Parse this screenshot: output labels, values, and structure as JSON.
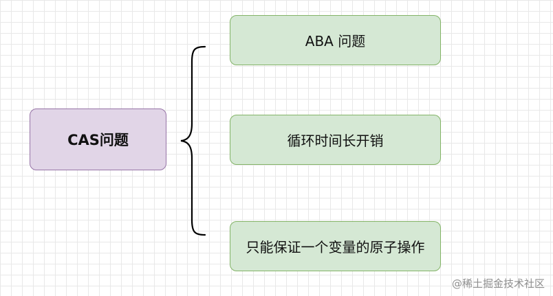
{
  "diagram": {
    "root": {
      "label": "CAS问题"
    },
    "children": [
      {
        "label": "ABA 问题"
      },
      {
        "label": "循环时间长开销"
      },
      {
        "label": "只能保证一个变量的原子操作"
      }
    ]
  },
  "watermark": "@稀土掘金技术社区",
  "colors": {
    "root_fill": "#e1d5e7",
    "root_stroke": "#9673a6",
    "child_fill": "#d5e8d4",
    "child_stroke": "#82b366"
  }
}
